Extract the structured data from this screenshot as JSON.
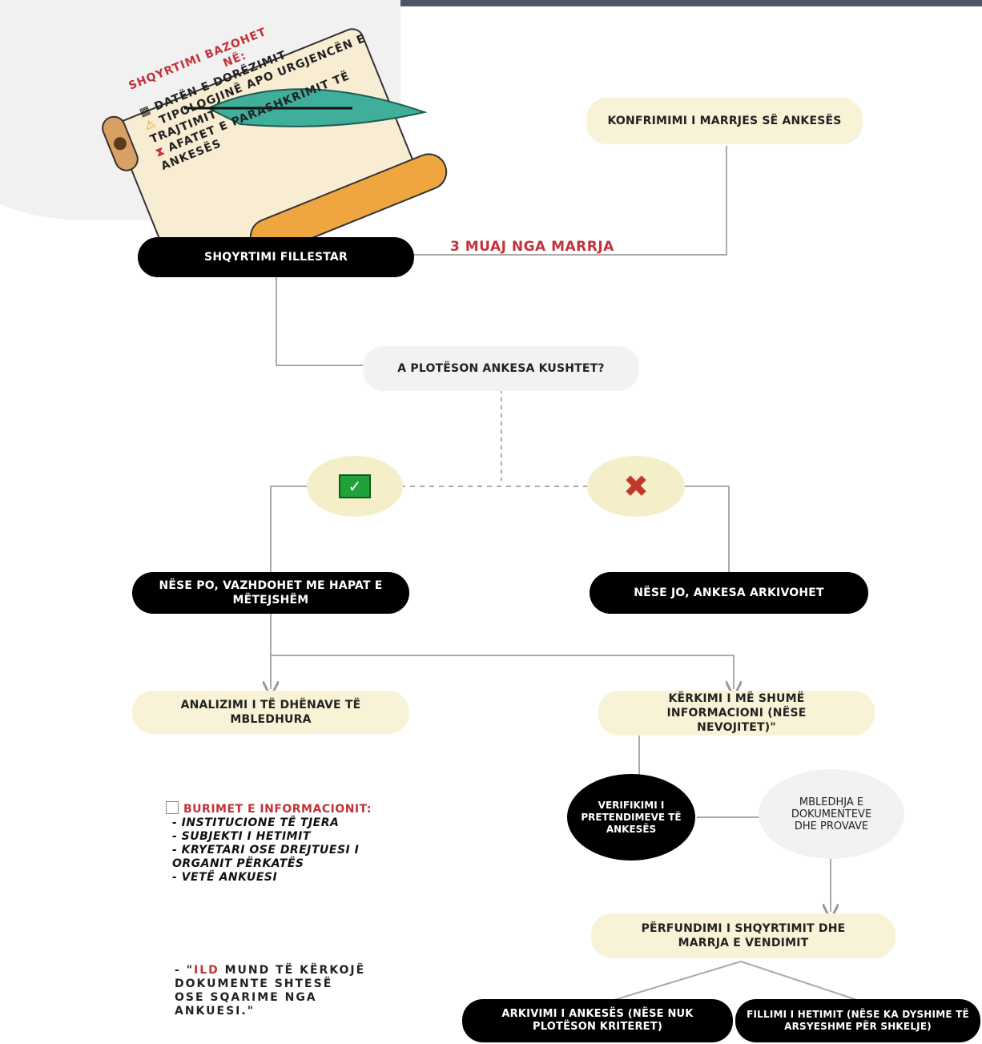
{
  "scroll": {
    "title_line1": "SHQYRTIMI BAZOHET",
    "title_line2": "NË:",
    "items": [
      "DATËN E DORËZIMIT",
      "TIPOLOGJINË APO URGJENCËN E TRAJTIMIT",
      "AFATET E PARASHKRIMIT TË ANKESËS"
    ]
  },
  "nodes": {
    "confirmation": "KONFRIMIMI I MARRJES SË ANKESËS",
    "deadline_label": "3 MUAJ NGA MARRJA",
    "initial_review": "SHQYRTIMI FILLESTAR",
    "question": "A PLOTËSON ANKESA KUSHTET?",
    "yes_text": "NËSE PO, VAZHDOHET ME HAPAT E MËTEJSHËM",
    "no_text": "NËSE JO, ANKESA ARKIVOHET",
    "analysis": "ANALIZIMI I TË DHËNAVE TË MBLEDHURA",
    "more_info": "KËRKIMI I MË SHUMË INFORMACIONI (NËSE NEVOJITET)\"",
    "verification": "VERIFIKIMI I PRETENDIMEVE TË ANKESËS",
    "collection": "MBLEDHJA E DOKUMENTEVE DHE PROVAVE",
    "conclusion": "PËRFUNDIMI I SHQYRTIMIT DHE MARRJA E VENDIMIT",
    "archive": "ARKIVIMI I ANKESËS (NËSE NUK PLOTËSON KRITERET)",
    "investigation": "FILLIMI I HETIMIT (NËSE KA DYSHIME TË ARSYESHME PËR SHKELJE)"
  },
  "sources": {
    "title": "BURIMET E INFORMACIONIT:",
    "items": [
      "- INSTITUCIONE TË TJERA",
      "- SUBJEKTI I HETIMIT",
      "- KRYETARI OSE DREJTUESI I ORGANIT PËRKATËS",
      "- VETË ANKUESI"
    ]
  },
  "quote": {
    "prefix": "- \"",
    "highlight": "ILD",
    "rest": " MUND TË KËRKOJË DOKUMENTE SHTESË OSE SQARIME NGA ANKUESI.\""
  },
  "colors": {
    "accent_red": "#c4323a",
    "cream": "#f8f3d6",
    "black": "#000000",
    "check_green": "#1fa23a",
    "cross_red": "#c0392b"
  },
  "icons": [
    "calendar-icon",
    "warning-icon",
    "hourglass-icon",
    "checkmark-icon",
    "cross-icon",
    "checkbox-icon"
  ]
}
